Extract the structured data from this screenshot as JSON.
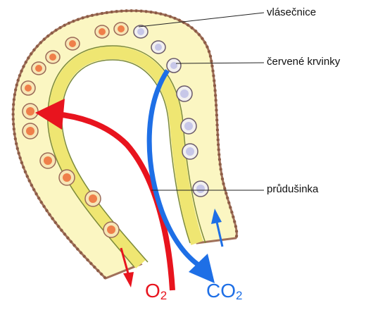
{
  "labels": {
    "capillary": "vlásečnice",
    "red_cells": "červené krvinky",
    "bronchiole": "průdušinka"
  },
  "gases": {
    "oxygen": {
      "symbol": "O",
      "subscript": "2",
      "color": "#e8141e"
    },
    "carbon_dioxide": {
      "symbol": "CO",
      "subscript": "2",
      "color": "#1e6fe6"
    }
  },
  "colors": {
    "tissue": "#fbf6c2",
    "vessel_wall": "#b07a5a",
    "bronchiole_band": "#f2ec7a",
    "cell_fill": "#f7e6b6",
    "cell_core": "#ef7f4a",
    "blue_cell_core": "#c7c7e8"
  }
}
